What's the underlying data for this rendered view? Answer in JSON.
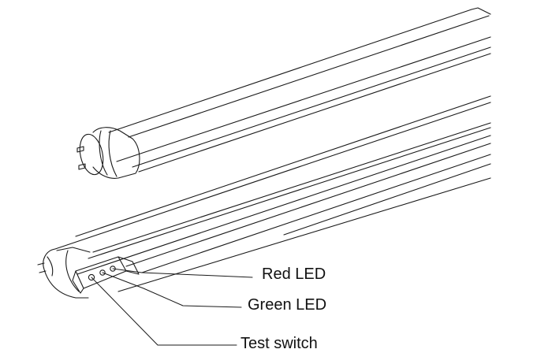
{
  "figure": {
    "labels": {
      "red_led": "Red LED",
      "green_led": "Green LED",
      "test_switch": "Test switch"
    }
  },
  "colors": {
    "line": "#1a1a1a",
    "background": "#ffffff"
  }
}
